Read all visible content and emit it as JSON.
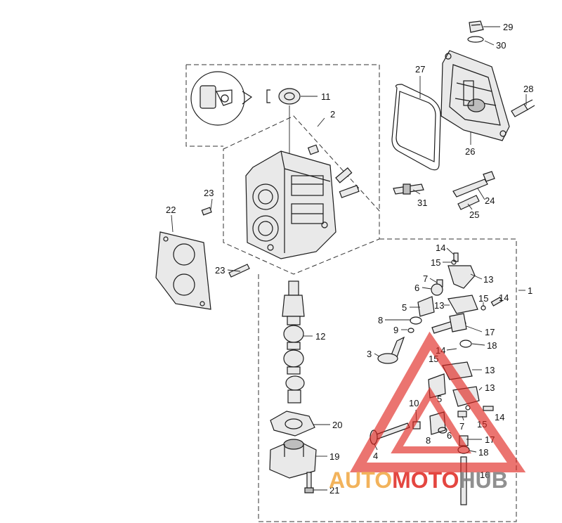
{
  "callouts": [
    {
      "id": "c29",
      "label": "29"
    },
    {
      "id": "c30",
      "label": "30"
    },
    {
      "id": "c27",
      "label": "27"
    },
    {
      "id": "c28",
      "label": "28"
    },
    {
      "id": "c26",
      "label": "26"
    },
    {
      "id": "c11",
      "label": "11"
    },
    {
      "id": "c2",
      "label": "2"
    },
    {
      "id": "c23a",
      "label": "23"
    },
    {
      "id": "c22",
      "label": "22"
    },
    {
      "id": "c23b",
      "label": "23"
    },
    {
      "id": "c31",
      "label": "31"
    },
    {
      "id": "c24",
      "label": "24"
    },
    {
      "id": "c25",
      "label": "25"
    },
    {
      "id": "c14a",
      "label": "14"
    },
    {
      "id": "c15a",
      "label": "15"
    },
    {
      "id": "c7a",
      "label": "7"
    },
    {
      "id": "c13a",
      "label": "13"
    },
    {
      "id": "c6a",
      "label": "6"
    },
    {
      "id": "c1",
      "label": "1"
    },
    {
      "id": "c5a",
      "label": "5"
    },
    {
      "id": "c13b",
      "label": "13"
    },
    {
      "id": "c15b",
      "label": "15"
    },
    {
      "id": "c14b",
      "label": "14"
    },
    {
      "id": "c8a",
      "label": "8"
    },
    {
      "id": "c9",
      "label": "9"
    },
    {
      "id": "c17a",
      "label": "17"
    },
    {
      "id": "c18a",
      "label": "18"
    },
    {
      "id": "c3",
      "label": "3"
    },
    {
      "id": "c14c",
      "label": "14"
    },
    {
      "id": "c15c",
      "label": "15"
    },
    {
      "id": "c13c",
      "label": "13"
    },
    {
      "id": "c12",
      "label": "12"
    },
    {
      "id": "c13d",
      "label": "13"
    },
    {
      "id": "c5b",
      "label": "5"
    },
    {
      "id": "c10",
      "label": "10"
    },
    {
      "id": "c7b",
      "label": "7"
    },
    {
      "id": "c15d",
      "label": "15"
    },
    {
      "id": "c14d",
      "label": "14"
    },
    {
      "id": "c6b",
      "label": "6"
    },
    {
      "id": "c8b",
      "label": "8"
    },
    {
      "id": "c17b",
      "label": "17"
    },
    {
      "id": "c4",
      "label": "4"
    },
    {
      "id": "c18b",
      "label": "18"
    },
    {
      "id": "c20",
      "label": "20"
    },
    {
      "id": "c19",
      "label": "19"
    },
    {
      "id": "c16",
      "label": "16"
    },
    {
      "id": "c21",
      "label": "21"
    }
  ],
  "watermark": {
    "part1": "AUTO",
    "part2": "MOTO",
    "part3": "HUB",
    "color_red": "#e0261f",
    "color_orange": "#f0a640",
    "color_gray": "#7d7d7d"
  }
}
